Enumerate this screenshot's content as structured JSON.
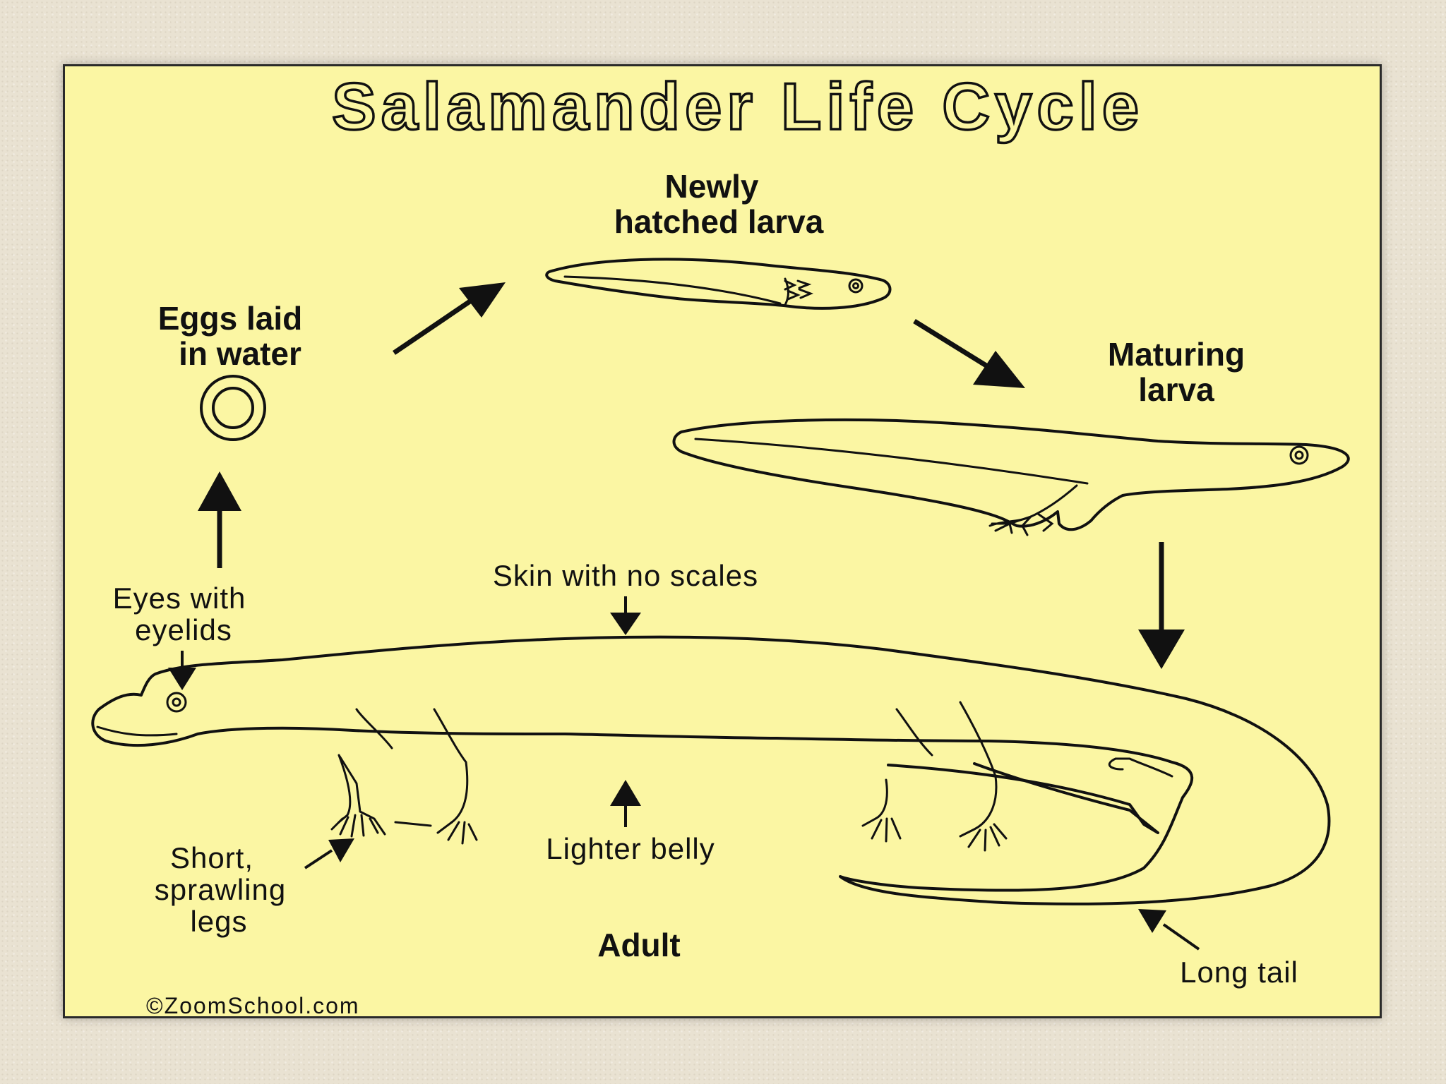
{
  "title": "Salamander Life Cycle",
  "stages": {
    "eggs": [
      "Eggs laid",
      "in water"
    ],
    "newly_hatched": [
      "Newly",
      "hatched larva"
    ],
    "maturing": [
      "Maturing",
      "larva"
    ],
    "adult": "Adult"
  },
  "features": {
    "skin": "Skin with no scales",
    "eyes": [
      "Eyes with",
      "eyelids"
    ],
    "legs": [
      "Short,",
      "sprawling",
      "legs"
    ],
    "belly": "Lighter belly",
    "tail": "Long tail"
  },
  "copyright": "©ZoomSchool.com",
  "colors": {
    "panel": "#fbf6a3",
    "ink": "#111111",
    "background": "#e9e2d2"
  }
}
